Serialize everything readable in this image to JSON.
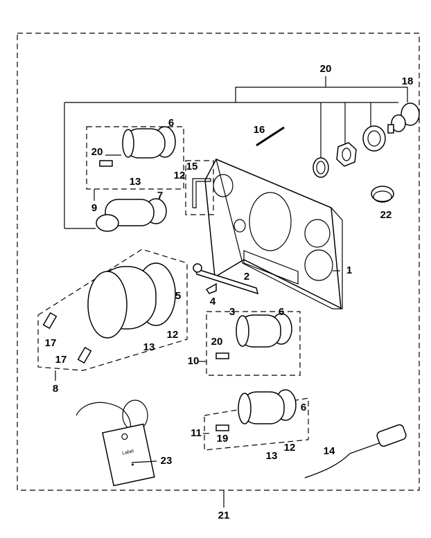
{
  "diagram": {
    "callouts": [
      "20",
      "18",
      "6",
      "16",
      "20",
      "15",
      "12",
      "13",
      "9",
      "7",
      "22",
      "5",
      "2",
      "1",
      "4",
      "3",
      "6",
      "17",
      "12",
      "20",
      "13",
      "17",
      "10",
      "8",
      "6",
      "11",
      "19",
      "12",
      "13",
      "14",
      "23",
      "21"
    ],
    "tag_text": "Label"
  }
}
